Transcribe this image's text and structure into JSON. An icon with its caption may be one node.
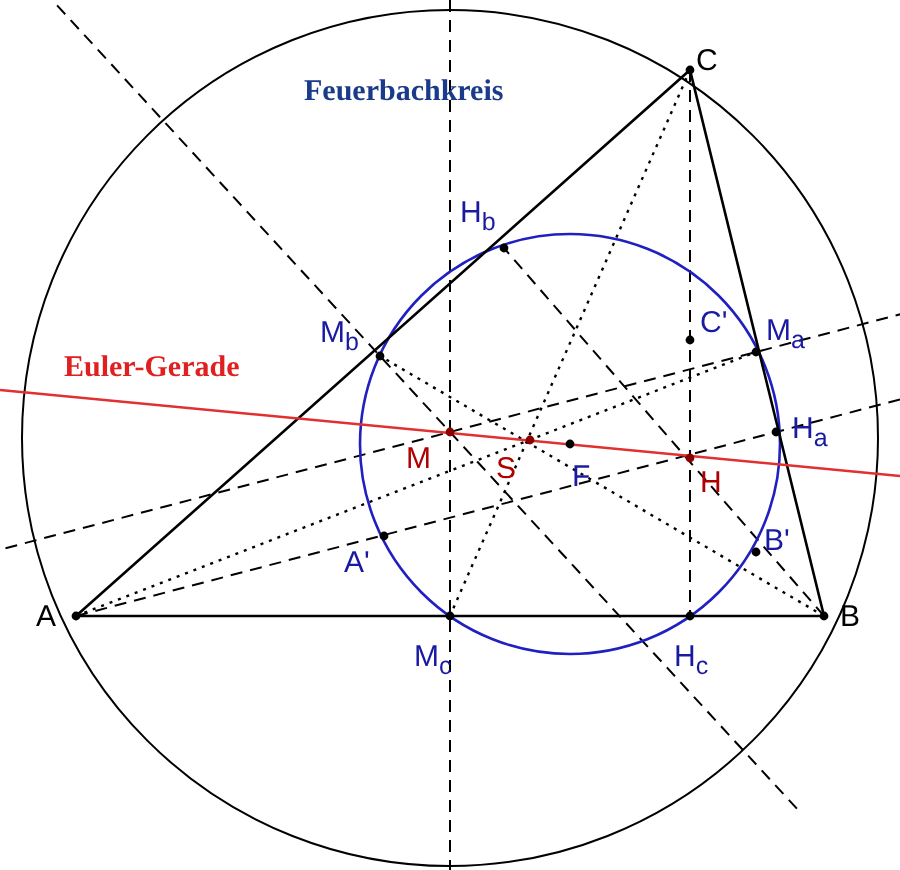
{
  "diagram": {
    "labels": [
      "C",
      "Feuerbachkreis",
      "H$_{b}$",
      "C'",
      "M$_{b}$",
      "M$_{a}$",
      "Euler-Gerade",
      "H$_{a}$",
      "M",
      "S",
      "F",
      "H",
      "B'",
      "A'",
      "A",
      "M$_{c}$",
      "H$_{c}$",
      "B"
    ]
  }
}
